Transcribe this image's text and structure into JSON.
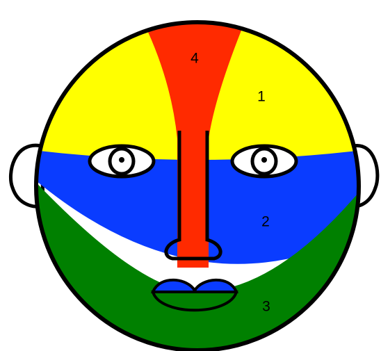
{
  "figure": {
    "colors": {
      "region_1": "#ffff00",
      "region_2": "#0a3cff",
      "region_3": "#008000",
      "region_4": "#ff2a00",
      "outline": "#000000",
      "background": "#ffffff"
    },
    "labels": {
      "region_4": "4",
      "region_1": "1",
      "region_2": "2",
      "region_3": "3"
    }
  }
}
